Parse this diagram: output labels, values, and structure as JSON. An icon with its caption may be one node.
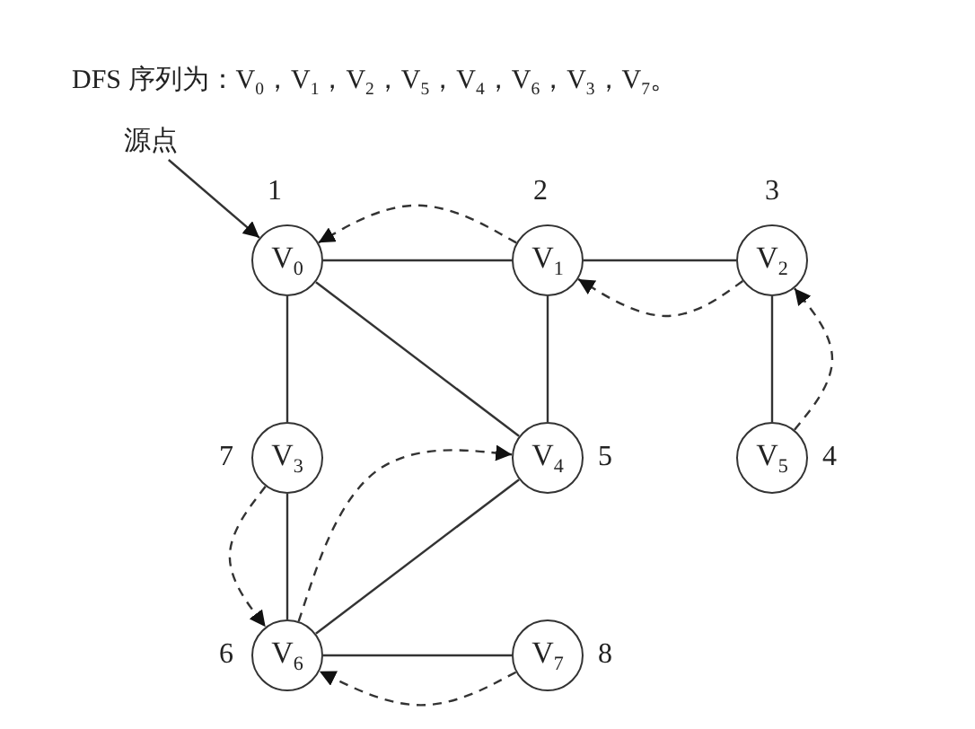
{
  "diagram": {
    "title": "DFS 序列为：V$_{0}$，V$_{1}$，V$_{2}$，V$_{5}$，V$_{4}$，V$_{6}$，V$_{3}$，V$_{7}$。",
    "nodes": [
      {
        "text": [
          "源点"
        ]
      },
      {
        "text": [
          "V$_{0}$"
        ],
        "beside": [
          "1"
        ]
      },
      {
        "text": [
          "V$_{1}$"
        ],
        "beside": [
          "2"
        ]
      },
      {
        "text": [
          "V$_{2}$"
        ],
        "beside": [
          "3"
        ]
      },
      {
        "text": [
          "V$_{3}$"
        ],
        "beside": [
          "7"
        ]
      },
      {
        "text": [
          "V$_{4}$"
        ],
        "beside": [
          "5"
        ]
      },
      {
        "text": [
          "V$_{5}$"
        ],
        "beside": [
          "4"
        ]
      },
      {
        "text": [
          "V$_{6}$"
        ],
        "beside": [
          "6"
        ]
      },
      {
        "text": [
          "V$_{7}$"
        ],
        "beside": [
          "8"
        ]
      }
    ],
    "edges": [
      {
        "from": 0,
        "to": 1,
        "arrow": "to"
      },
      {
        "from": 1,
        "to": 2,
        "arrow": "none"
      },
      {
        "from": 2,
        "to": 3,
        "arrow": "none"
      },
      {
        "from": 1,
        "to": 4,
        "arrow": "none"
      },
      {
        "from": 1,
        "to": 5,
        "arrow": "none"
      },
      {
        "from": 2,
        "to": 5,
        "arrow": "none"
      },
      {
        "from": 3,
        "to": 6,
        "arrow": "none"
      },
      {
        "from": 4,
        "to": 7,
        "arrow": "none"
      },
      {
        "from": 5,
        "to": 7,
        "arrow": "none"
      },
      {
        "from": 7,
        "to": 8,
        "arrow": "none"
      },
      {
        "from": 2,
        "to": 1,
        "arrow": "to",
        "style": "dashed"
      },
      {
        "from": 3,
        "to": 2,
        "arrow": "to",
        "style": "dashed"
      },
      {
        "from": 6,
        "to": 3,
        "arrow": "to",
        "style": "dashed"
      },
      {
        "from": 7,
        "to": 5,
        "arrow": "to",
        "style": "dashed"
      },
      {
        "from": 4,
        "to": 7,
        "arrow": "to",
        "style": "dashed"
      },
      {
        "from": 8,
        "to": 7,
        "arrow": "to",
        "style": "dashed"
      }
    ]
  }
}
